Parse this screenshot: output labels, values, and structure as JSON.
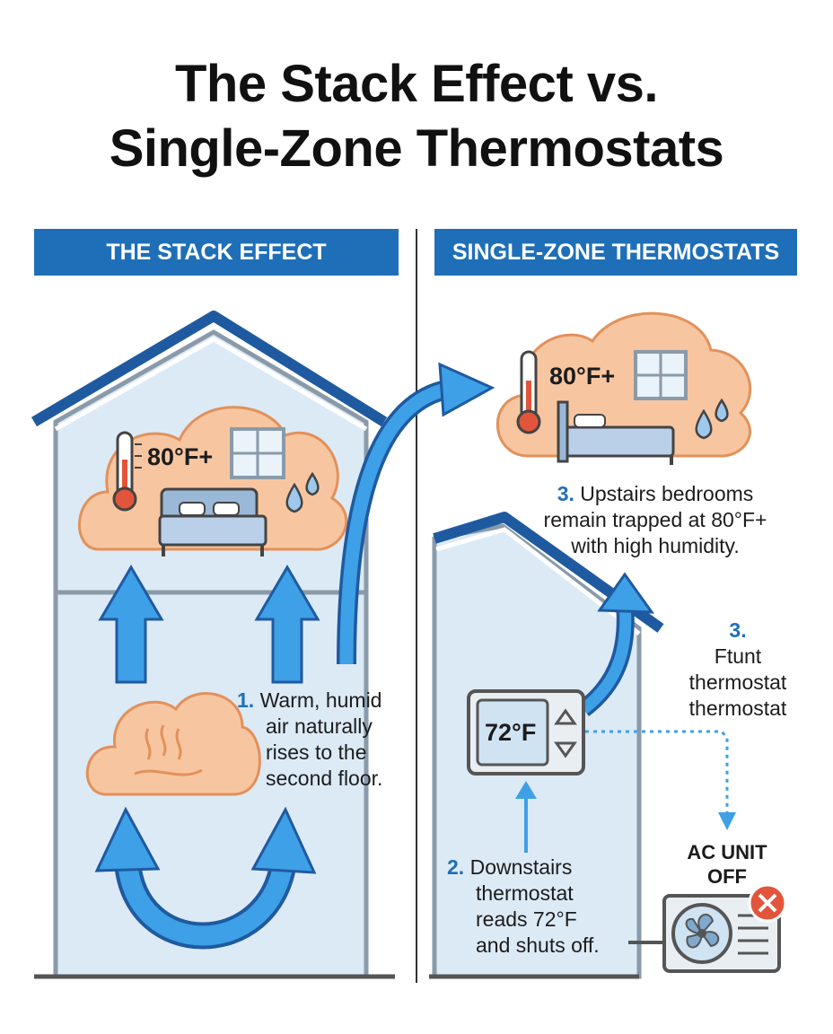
{
  "title": {
    "line1": "The Stack Effect vs.",
    "line2": "Single-Zone Thermostats"
  },
  "panels": {
    "left_heading": "THE STACK EFFECT",
    "right_heading": "SINGLE-ZONE THERMOSTATS"
  },
  "left": {
    "bedroom_temp": "80°F+",
    "step1": {
      "number": "1.",
      "lines": [
        "Warm, humid",
        "air naturally",
        "rises to the",
        "second floor."
      ]
    }
  },
  "right": {
    "bedroom_temp": "80°F+",
    "step3_top": {
      "number": "3.",
      "lines": [
        "Upstairs bedrooms",
        "remain trapped at 80°F+",
        "with high humidity."
      ]
    },
    "step3_side": {
      "number": "3.",
      "lines": [
        "Ftunt",
        "thermostat",
        "thermostat"
      ]
    },
    "thermostat_reading": "72°F",
    "step2": {
      "number": "2.",
      "lines": [
        "Downstairs",
        "thermostat",
        "reads 72°F",
        "and shuts off."
      ]
    },
    "ac_unit": {
      "lines": [
        "AC UNIT",
        "OFF"
      ]
    }
  },
  "colors": {
    "accent_blue": "#1f6fb8",
    "arrow_blue": "#3ea0e6",
    "warm_orange": "#f6c29a",
    "house_fill": "#dceaf6",
    "off_red": "#e2553a"
  },
  "icons": [
    "thermometer-icon",
    "window-icon",
    "bed-icon",
    "water-drops-icon",
    "heat-cloud-icon",
    "fan-icon",
    "close-icon",
    "up-arrow-icon",
    "down-arrow-icon"
  ]
}
